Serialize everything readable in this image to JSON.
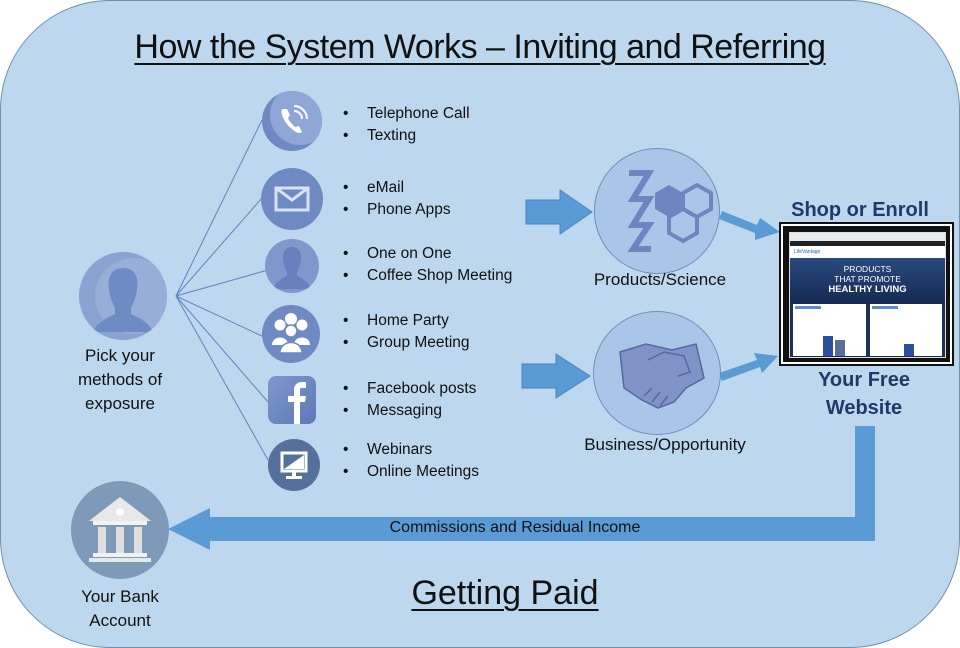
{
  "title": "How the System Works – Inviting and Referring",
  "bottom_title": "Getting Paid",
  "start": {
    "icon": "person-silhouette-icon",
    "label_lines": [
      "Pick your",
      "methods of",
      "exposure"
    ]
  },
  "methods": [
    {
      "icon": "telephone-icon",
      "items": [
        "Telephone Call",
        "Texting"
      ]
    },
    {
      "icon": "envelope-icon",
      "items": [
        "eMail",
        "Phone Apps"
      ]
    },
    {
      "icon": "person-icon",
      "items": [
        "One on One",
        "Coffee Shop Meeting"
      ]
    },
    {
      "icon": "group-icon",
      "items": [
        "Home Party",
        "Group Meeting"
      ]
    },
    {
      "icon": "facebook-icon",
      "items": [
        "Facebook posts",
        "Messaging"
      ]
    },
    {
      "icon": "monitor-icon",
      "items": [
        "Webinars",
        "Online Meetings"
      ]
    }
  ],
  "paths": [
    {
      "icon": "dna-molecule-icon",
      "label": "Products/Science"
    },
    {
      "icon": "handshake-icon",
      "label": "Business/Opportunity"
    }
  ],
  "website": {
    "heading": "Shop or Enroll",
    "caption_lines": [
      "Your Free",
      "Website"
    ],
    "screenshot": {
      "brand": "LifeVantage",
      "hero_lines": [
        "PRODUCTS",
        "THAT PROMOTE",
        "HEALTHY LIVING"
      ]
    }
  },
  "payout": {
    "arrow_label": "Commissions and Residual Income",
    "bank_icon": "bank-icon",
    "bank_label_lines": [
      "Your Bank",
      "Account"
    ]
  },
  "colors": {
    "background": "#bdd7ee",
    "icon_fill": "#7f9acb",
    "arrow": "#5b9bd5",
    "accent_text": "#1f3a68"
  }
}
